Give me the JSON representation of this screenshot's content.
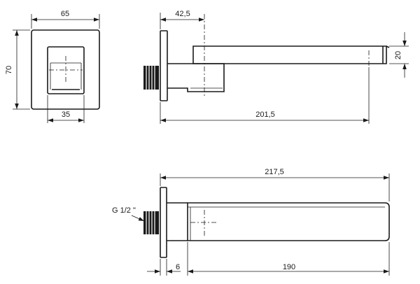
{
  "front_view": {
    "width_label": "65",
    "height_label": "70",
    "inner_width_label": "35"
  },
  "side_view_top": {
    "flange_offset_label": "42,5",
    "tube_height_label": "20",
    "total_length_label": "201,5"
  },
  "side_view_bottom": {
    "total_length_label": "217,5",
    "thread_label": "G 1/2 \"",
    "flange_thickness_label": "6",
    "spout_length_label": "190"
  }
}
